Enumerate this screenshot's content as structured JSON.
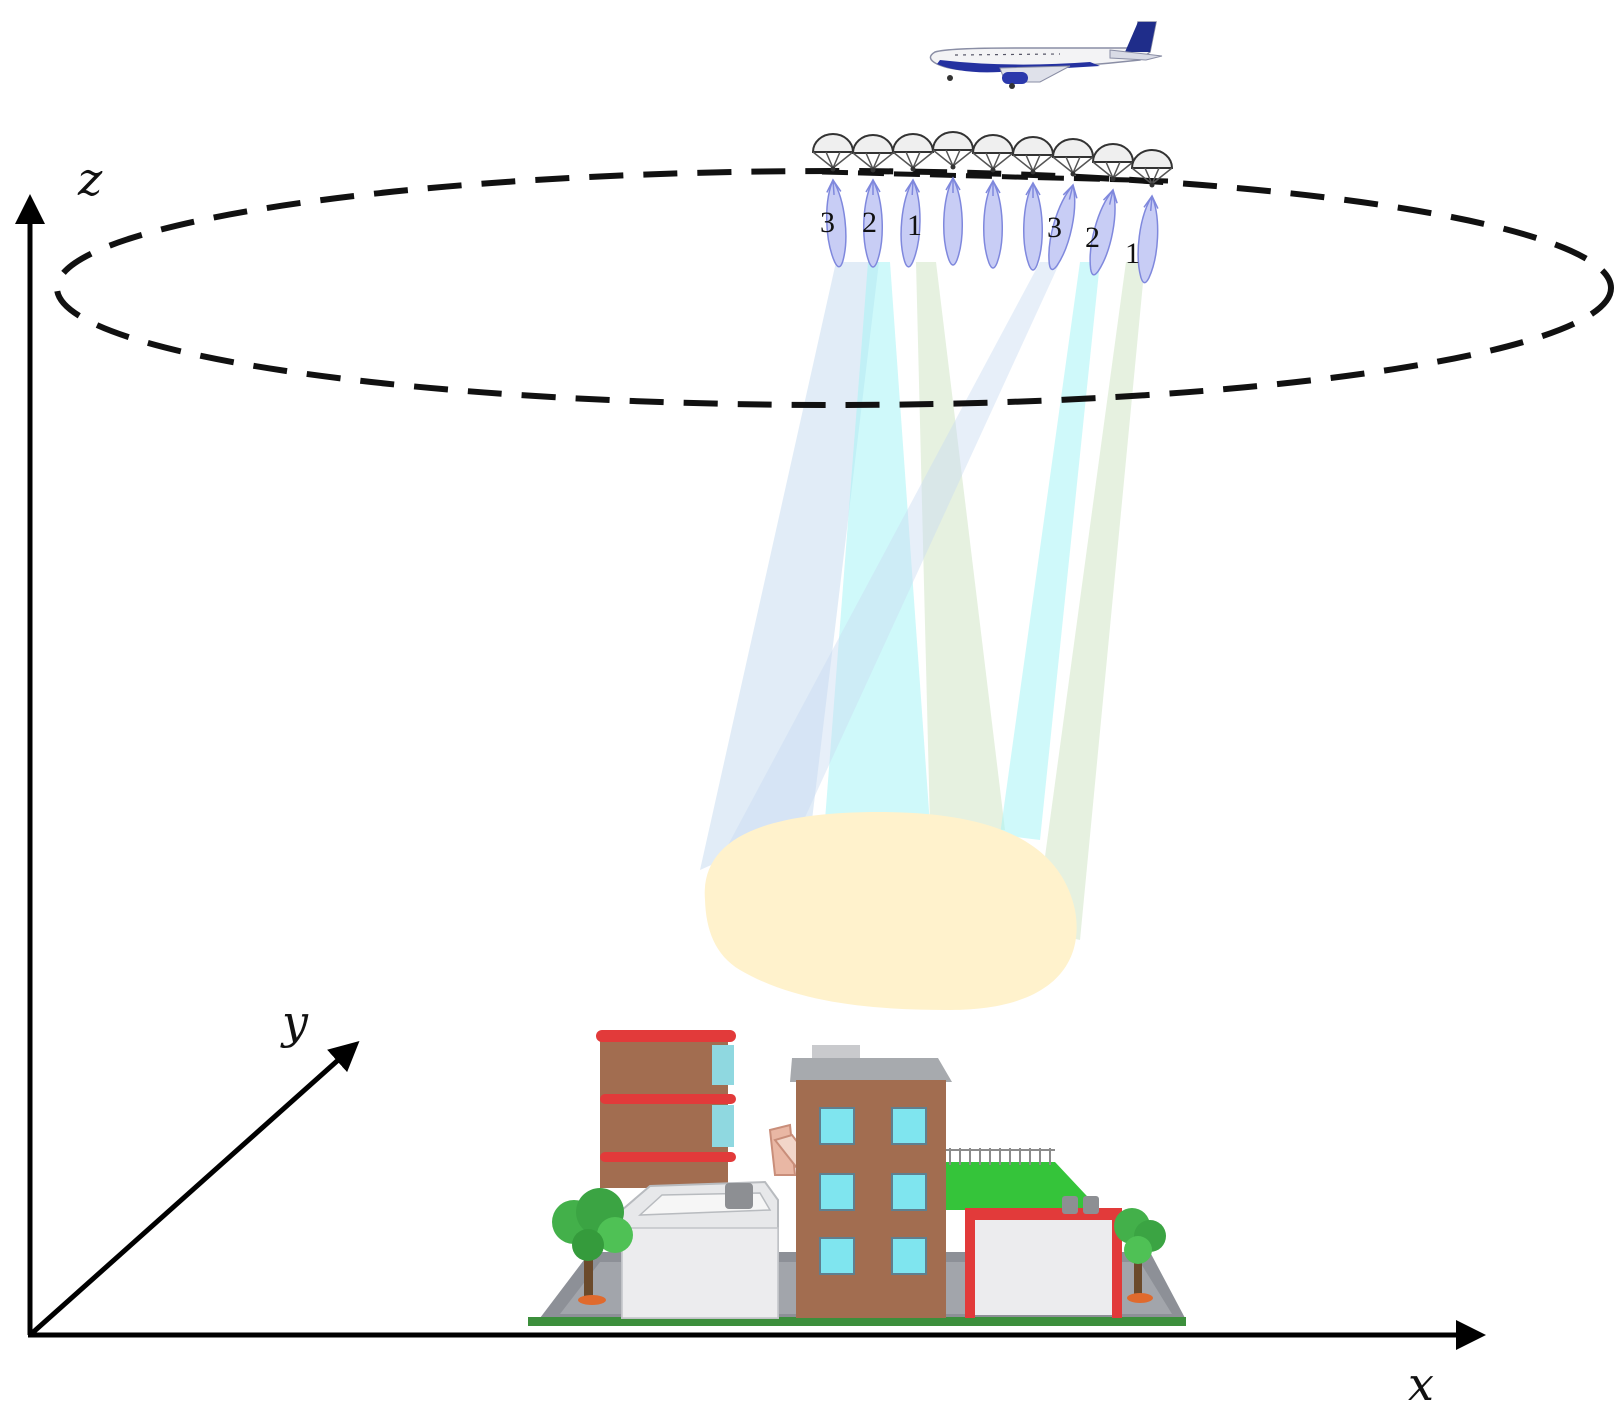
{
  "axes": {
    "x_label": "x",
    "y_label": "y",
    "z_label": "z"
  },
  "beam_labels": [
    "3",
    "2",
    "1",
    "3",
    "2",
    "1"
  ],
  "colors": {
    "beam_blue": "#c9dcf1",
    "beam_cyan": "#a7f4f6",
    "beam_green": "#d9ead0",
    "footprint": "#fff2cc",
    "lobe": "#c8cdf5",
    "lobe_stroke": "#7f88dd",
    "orbit": "#111111",
    "axis": "#000000"
  },
  "icons": {
    "aircraft": "airplane-icon",
    "uav_swarm": "parachute-drone-icon",
    "ground": "city-block-icon"
  }
}
